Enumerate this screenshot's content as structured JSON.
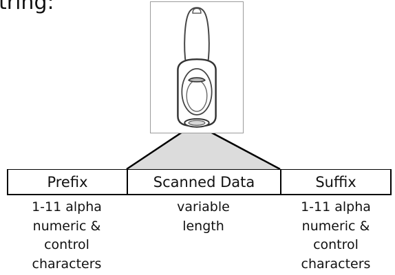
{
  "header_fragment": "tring:",
  "figure": {
    "icon": "barcode-scanner-icon"
  },
  "format": {
    "prefix_label": "Prefix",
    "scanned_label": "Scanned Data",
    "suffix_label": "Suffix"
  },
  "descriptions": {
    "prefix": [
      "1-11 alpha",
      "numeric &",
      "control",
      "characters"
    ],
    "scanned": [
      "variable",
      "length"
    ],
    "suffix": [
      "1-11 alpha",
      "numeric &",
      "control",
      "characters"
    ]
  },
  "colors": {
    "beam_fill": "#dcdcdc",
    "line": "#000000",
    "figure_border": "#9a9a9a"
  }
}
